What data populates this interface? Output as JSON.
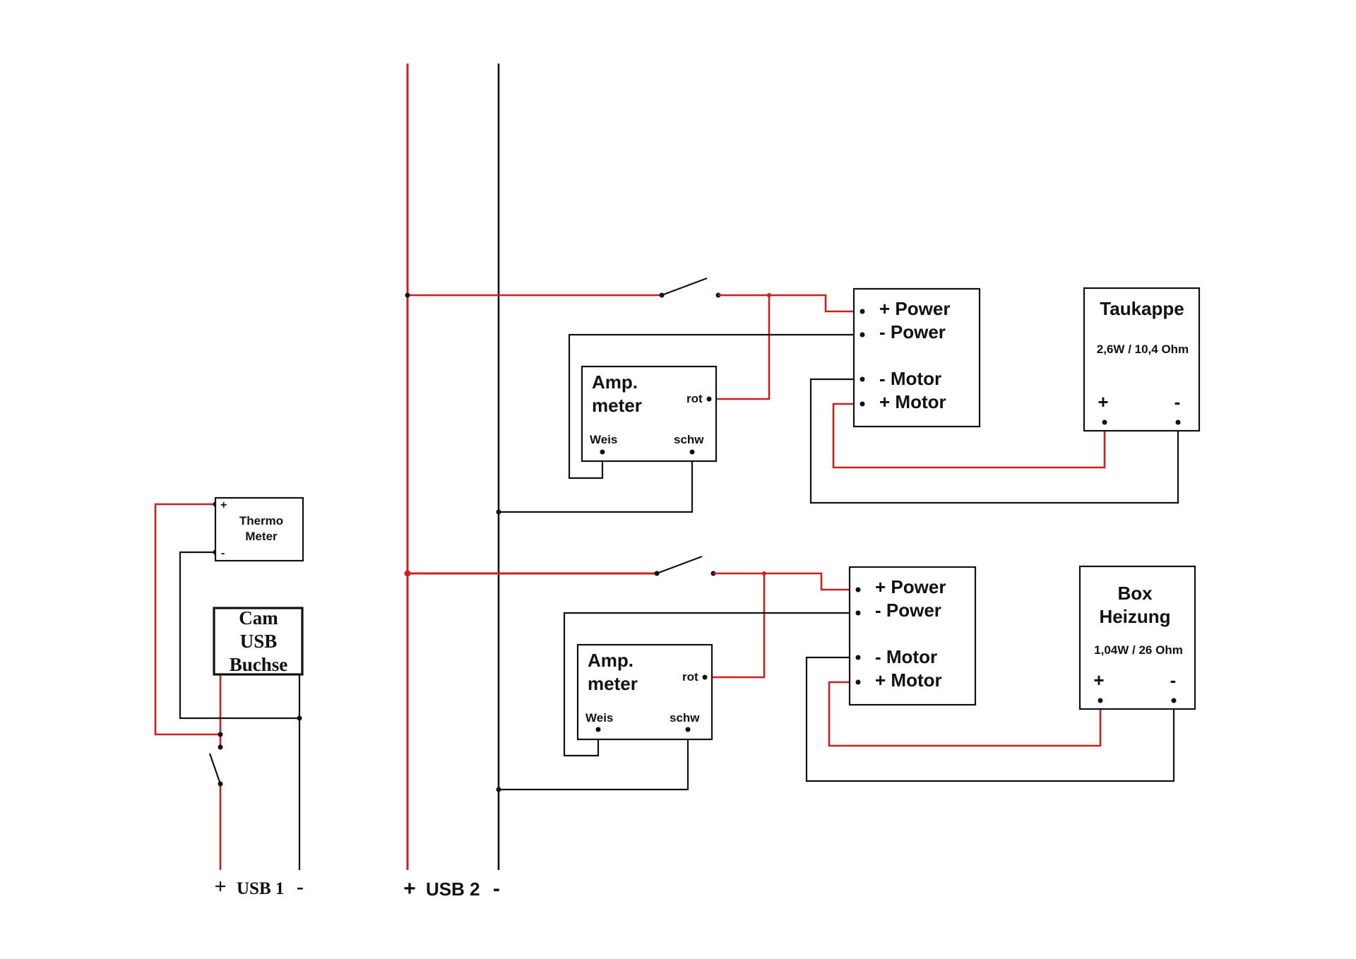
{
  "usb1": {
    "plus": "+",
    "label": "USB 1",
    "minus": "-"
  },
  "usb2": {
    "plus": "+",
    "label": "USB 2",
    "minus": "-"
  },
  "thermo": {
    "line1": "Thermo",
    "line2": "Meter",
    "plus": "+",
    "minus": "-"
  },
  "cam": {
    "line1": "Cam",
    "line2": "USB",
    "line3": "Buchse"
  },
  "ampmeter": {
    "line1": "Amp.",
    "line2": "meter",
    "pin_rot": "rot",
    "pin_weis": "Weis",
    "pin_schw": "schw"
  },
  "controller": {
    "plus_power": "+ Power",
    "minus_power": "- Power",
    "minus_motor": "- Motor",
    "plus_motor": "+ Motor"
  },
  "taukappe": {
    "title": "Taukappe",
    "spec": "2,6W / 10,4 Ohm",
    "plus": "+",
    "minus": "-"
  },
  "box_heizung": {
    "line1": "Box",
    "line2": "Heizung",
    "spec": "1,04W / 26 Ohm",
    "plus": "+",
    "minus": "-"
  },
  "colors": {
    "positive_wire": "#cc1f1f",
    "negative_wire": "#111111"
  }
}
